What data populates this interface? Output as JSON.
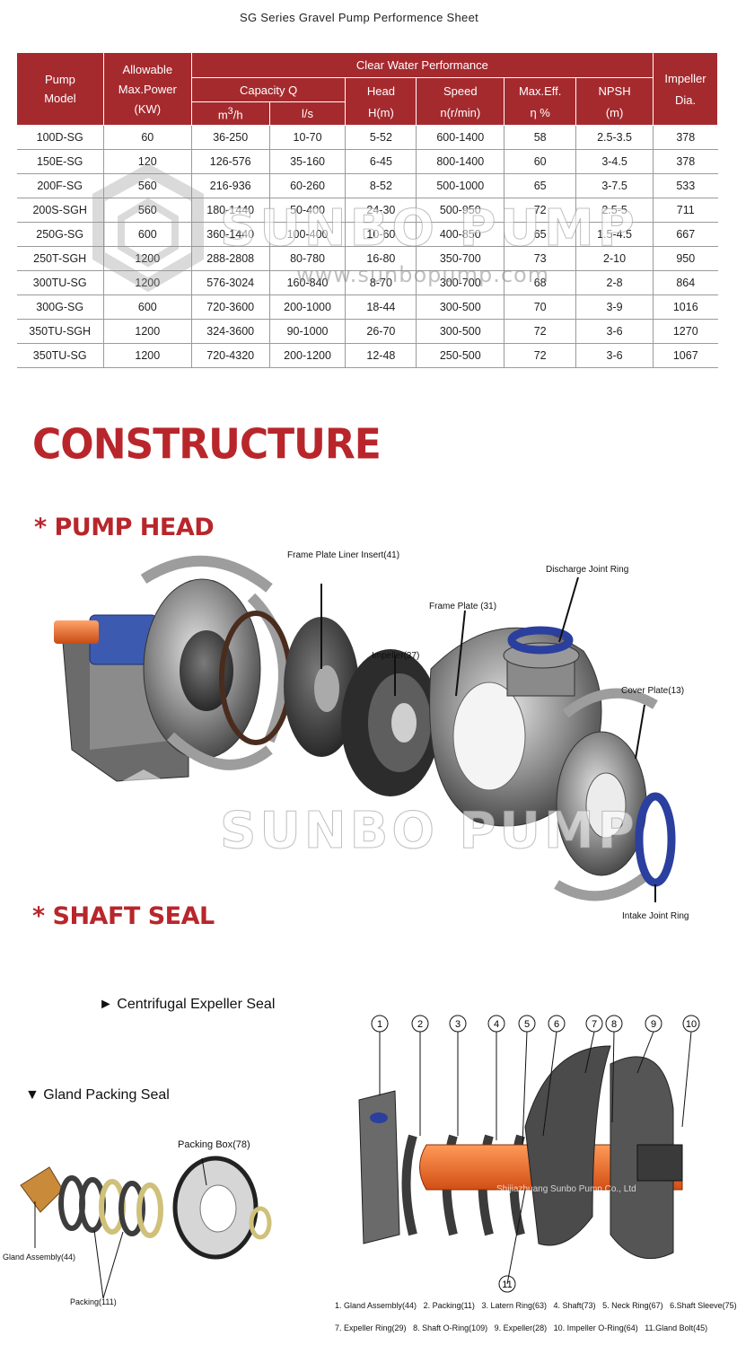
{
  "sheet_title": "SG Series Gravel Pump Performence Sheet",
  "table": {
    "headers": {
      "pump_model": [
        "Pump",
        "Model"
      ],
      "allowable": [
        "Allowable",
        "Max.Power",
        "(KW)"
      ],
      "clear_water": "Clear Water Performance",
      "capacity": "Capacity  Q",
      "m3h_base": "m",
      "m3h_sup": "3",
      "m3h_rest": "/h",
      "ls": "l/s",
      "head": [
        "Head",
        "H(m)"
      ],
      "speed": [
        "Speed",
        "n(r/min)"
      ],
      "eff": [
        "Max.Eff.",
        "η %"
      ],
      "npsh": [
        "NPSH",
        "(m)"
      ],
      "impeller": [
        "Impeller",
        "Dia."
      ]
    },
    "rows": [
      [
        "100D-SG",
        "60",
        "36-250",
        "10-70",
        "5-52",
        "600-1400",
        "58",
        "2.5-3.5",
        "378"
      ],
      [
        "150E-SG",
        "120",
        "126-576",
        "35-160",
        "6-45",
        "800-1400",
        "60",
        "3-4.5",
        "378"
      ],
      [
        "200F-SG",
        "560",
        "216-936",
        "60-260",
        "8-52",
        "500-1000",
        "65",
        "3-7.5",
        "533"
      ],
      [
        "200S-SGH",
        "560",
        "180-1440",
        "50-400",
        "24-30",
        "500-950",
        "72",
        "2.5-5",
        "711"
      ],
      [
        "250G-SG",
        "600",
        "360-1440",
        "100-400",
        "10-60",
        "400-850",
        "65",
        "1.5-4.5",
        "667"
      ],
      [
        "250T-SGH",
        "1200",
        "288-2808",
        "80-780",
        "16-80",
        "350-700",
        "73",
        "2-10",
        "950"
      ],
      [
        "300TU-SG",
        "1200",
        "576-3024",
        "160-840",
        "8-70",
        "300-700",
        "68",
        "2-8",
        "864"
      ],
      [
        "300G-SG",
        "600",
        "720-3600",
        "200-1000",
        "18-44",
        "300-500",
        "70",
        "3-9",
        "1016"
      ],
      [
        "350TU-SGH",
        "1200",
        "324-3600",
        "90-1000",
        "26-70",
        "300-500",
        "72",
        "3-6",
        "1270"
      ],
      [
        "350TU-SG",
        "1200",
        "720-4320",
        "200-1200",
        "12-48",
        "250-500",
        "72",
        "3-6",
        "1067"
      ]
    ]
  },
  "watermark": {
    "brand": "SUNBO PUMP",
    "url": "www.sunbopump.com"
  },
  "construct_heading": "CONSTRUCTURE",
  "pump_head": {
    "heading": "* PUMP HEAD",
    "labels": {
      "frame_plate_liner_insert": "Frame Plate Liner Insert(41)",
      "discharge_joint_ring": "Discharge Joint Ring",
      "frame_plate": "Frame Plate (31)",
      "impeller": "Impeller(37)",
      "cover_plate": "Cover Plate(13)",
      "intake_joint_ring": "Intake Joint Ring"
    }
  },
  "shaft_seal": {
    "heading": "* SHAFT SEAL",
    "centrifugal": "► Centrifugal Expeller  Seal",
    "gland_packing": "▼ Gland Packing Seal",
    "gland_labels": {
      "packing_box": "Packing Box(78)",
      "gland_assembly": "Gland Assembly(44)",
      "packing": "Packing(111)"
    },
    "callout_numbers": [
      "1",
      "2",
      "3",
      "4",
      "5",
      "6",
      "7",
      "8",
      "9",
      "10",
      "11"
    ],
    "drawing_caption": "Shijiazhuang Sunbo Pump Co., Ltd",
    "legend_row1": [
      "1. Gland Assembly(44)",
      "2. Packing(11)",
      "3. Latern Ring(63)",
      "4. Shaft(73)",
      "5. Neck Ring(67)",
      "6.Shaft Sleeve(75)"
    ],
    "legend_row2": [
      "7. Expeller Ring(29)",
      "8. Shaft O-Ring(109)",
      "9. Expeller(28)",
      "10. Impeller O-Ring(64)",
      "11.Gland Bolt(45)"
    ]
  },
  "colors": {
    "brand_red": "#b8262b",
    "header_red": "#a52a2e",
    "shaft_orange": "#e8622a",
    "joint_ring_blue": "#2b3f9e"
  }
}
